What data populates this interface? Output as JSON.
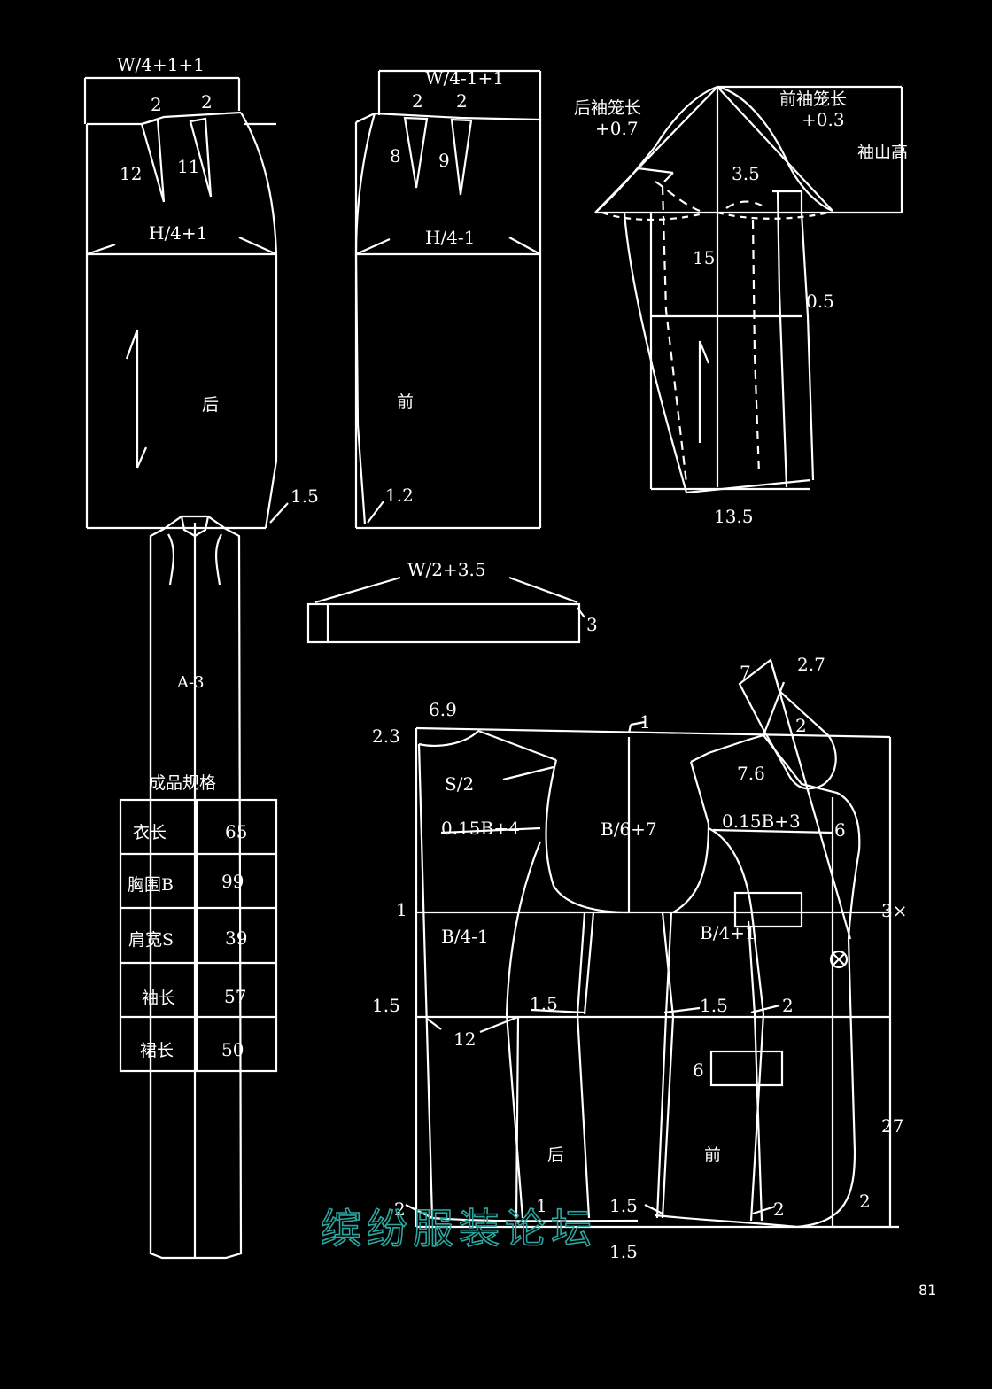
{
  "skirt_back": {
    "waist_formula": "W/4+1+1",
    "dart_intake_1": "2",
    "dart_intake_2": "2",
    "dart_len_1": "12",
    "dart_len_2": "11",
    "hip_formula": "H/4+1",
    "panel_label": "后",
    "hem_offset": "1.5"
  },
  "skirt_front": {
    "waist_formula": "W/4-1+1",
    "dart_intake_1": "2",
    "dart_intake_2": "2",
    "dart_len_1": "8",
    "dart_len_2": "9",
    "hip_formula": "H/4-1",
    "panel_label": "前",
    "hem_offset": "1.2"
  },
  "sleeve": {
    "back_cap": "后袖笼长",
    "back_cap_add": "+0.7",
    "front_cap": "前袖笼长",
    "front_cap_add": "+0.3",
    "cap_height": "袖山高",
    "cap_offset": "3.5",
    "elbow_len": "15",
    "elbow_offset": "0.5",
    "cuff_width": "13.5"
  },
  "waistband": {
    "length_formula": "W/2+3.5",
    "width": "3"
  },
  "figure_id": "A-3",
  "spec_table": {
    "title": "成品规格",
    "rows": [
      {
        "name": "衣长",
        "value": "65"
      },
      {
        "name": "胸围B",
        "value": "99"
      },
      {
        "name": "肩宽S",
        "value": "39"
      },
      {
        "name": "袖长",
        "value": "57"
      },
      {
        "name": "裙长",
        "value": "50"
      }
    ]
  },
  "jacket": {
    "neck_width": "6.9",
    "back_neck_rise": "2.3",
    "front_shoulder_drop": "1",
    "half_shoulder": "S/2",
    "back_width": "0.15B+4",
    "armhole_depth": "B/6+7",
    "front_width": "0.15B+3",
    "front_neck_width": "7.6",
    "collar_width_1": "7",
    "collar_width_2": "2.7",
    "collar_stand": "2",
    "lapel_ext": "6",
    "chest_line_mark": "1",
    "back_chest": "B/4-1",
    "front_chest": "B/4+1",
    "button_spacing": "3×",
    "waist_back_side": "1.5",
    "waist_back_dart": "12",
    "waist_dart_1": "1.5",
    "waist_dart_2": "1.5",
    "waist_front_side": "2",
    "pocket_depth": "6",
    "front_length": "27",
    "back_label": "后",
    "front_label": "前",
    "hem_back": "2",
    "hem_dart_1": "1",
    "hem_dart_2": "1.5",
    "hem_dart_3": "1.5",
    "hem_front": "2",
    "hem_front_ext": "2"
  },
  "watermark": "缤纷服装论坛",
  "page_number": "81"
}
